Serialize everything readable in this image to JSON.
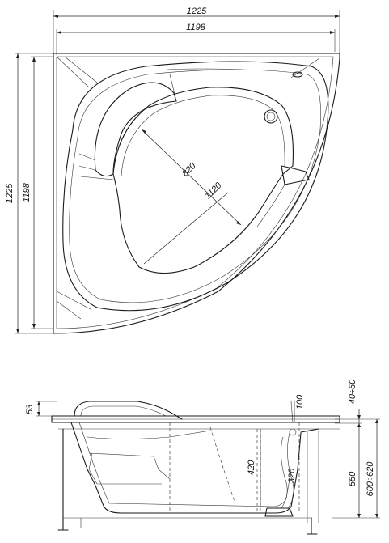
{
  "top_view": {
    "width_outer": "1225",
    "width_inner": "1198",
    "height_outer": "1225",
    "height_inner": "1198",
    "diag_inner": "820",
    "diag_outer": "1120"
  },
  "side_view": {
    "rim_height": "53",
    "seat_height": "100",
    "overflow_gap": "40÷50",
    "depth": "420",
    "drain_height": "320",
    "body_height": "550",
    "total_height": "600÷620"
  }
}
